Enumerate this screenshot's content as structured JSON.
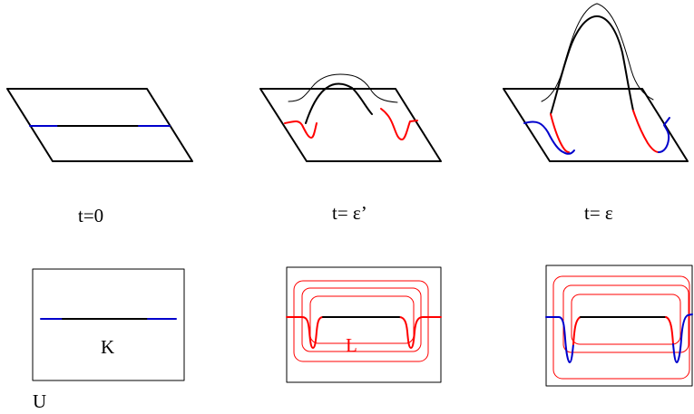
{
  "labels": {
    "t0": "t=0",
    "t_eps_prime": "t= ε’",
    "t_eps": "t= ε",
    "knot": "K",
    "region": "U",
    "legendrian": "L"
  },
  "colors": {
    "outline": "#000000",
    "red": "#ff0000",
    "blue": "#0000cc"
  }
}
